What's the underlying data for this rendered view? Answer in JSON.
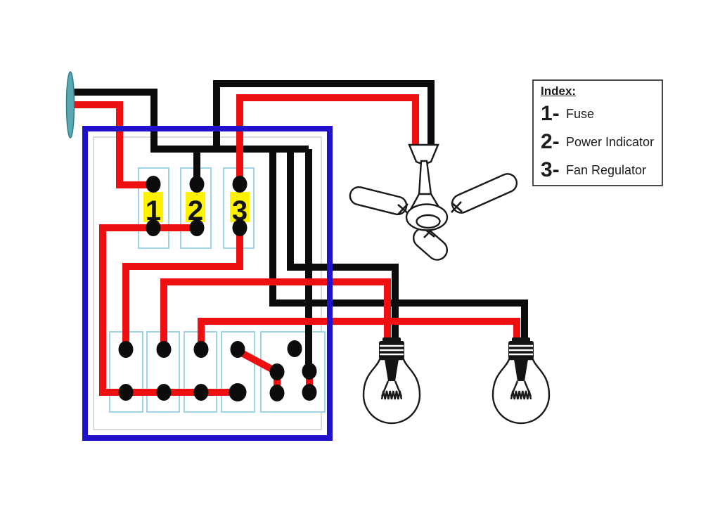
{
  "colors": {
    "wire_black": "#0c0c0c",
    "wire_red": "#ee1010",
    "board_outline": "#2012cc",
    "component_outline": "#9fd4e6",
    "number_highlight": "#fff200",
    "cable_tip": "#59a9b5"
  },
  "board": {
    "components": [
      {
        "number": "1"
      },
      {
        "number": "2"
      },
      {
        "number": "3"
      }
    ]
  },
  "index_box": {
    "title": "Index:",
    "items": [
      {
        "num": "1-",
        "label": "Fuse"
      },
      {
        "num": "2-",
        "label": "Power Indicator"
      },
      {
        "num": "3-",
        "label": "Fan Regulator"
      }
    ]
  }
}
